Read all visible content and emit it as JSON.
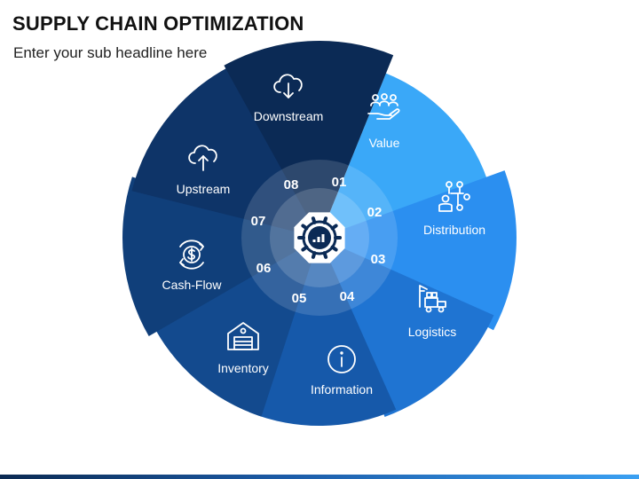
{
  "title": "SUPPLY CHAIN OPTIMIZATION",
  "subtitle": "Enter your sub headline here",
  "center_icon": "gear-chart-icon",
  "segments": [
    {
      "number": "01",
      "label": "Value",
      "icon": "people-hand-icon",
      "color": "#3aa8f8"
    },
    {
      "number": "02",
      "label": "Distribution",
      "icon": "network-person-icon",
      "color": "#2b8ff0"
    },
    {
      "number": "03",
      "label": "Logistics",
      "icon": "forklift-truck-icon",
      "color": "#1f74d2"
    },
    {
      "number": "04",
      "label": "Information",
      "icon": "info-icon",
      "color": "#1659aa"
    },
    {
      "number": "05",
      "label": "Inventory",
      "icon": "warehouse-icon",
      "color": "#134a8e"
    },
    {
      "number": "06",
      "label": "Cash-Flow",
      "icon": "cash-cycle-icon",
      "color": "#103f7a"
    },
    {
      "number": "07",
      "label": "Upstream",
      "icon": "cloud-upload-icon",
      "color": "#0e3468"
    },
    {
      "number": "08",
      "label": "Downstream",
      "icon": "cloud-download-icon",
      "color": "#0b2a55"
    }
  ]
}
